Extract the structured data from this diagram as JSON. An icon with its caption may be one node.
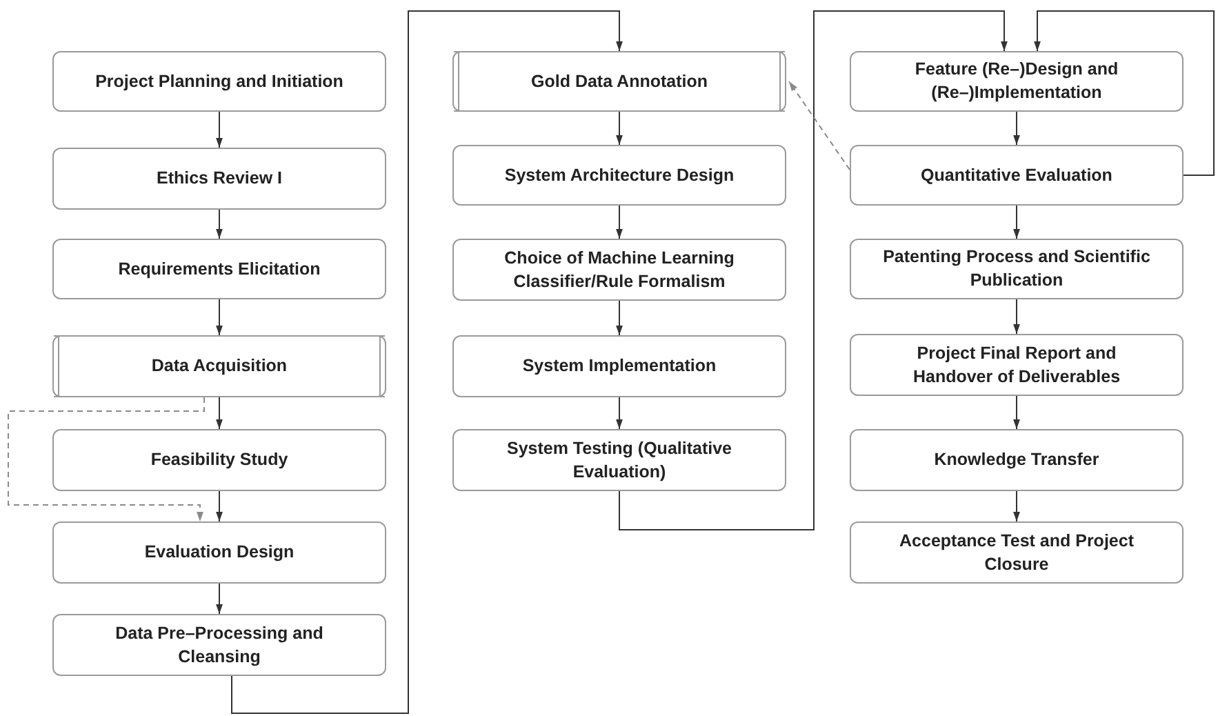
{
  "diagram": {
    "nodes": [
      {
        "text": [
          "Project Planning and Initiation"
        ]
      },
      {
        "text": [
          "Ethics Review I"
        ]
      },
      {
        "text": [
          "Requirements Elicitation"
        ]
      },
      {
        "text": [
          "Data Acquisition"
        ]
      },
      {
        "text": [
          "Feasibility Study"
        ]
      },
      {
        "text": [
          "Evaluation Design"
        ]
      },
      {
        "text": [
          "Data Pre–Processing and Cleansing"
        ]
      },
      {
        "text": [
          "Gold Data Annotation"
        ]
      },
      {
        "text": [
          "System Architecture Design"
        ]
      },
      {
        "text": [
          "Choice of Machine Learning Classifier/Rule Formalism"
        ]
      },
      {
        "text": [
          "System Implementation"
        ]
      },
      {
        "text": [
          "System Testing (Qualitative Evaluation)"
        ]
      },
      {
        "text": [
          "Feature (Re–)Design and (Re–)Implementation"
        ]
      },
      {
        "text": [
          "Quantitative Evaluation"
        ]
      },
      {
        "text": [
          "Patenting Process and Scientific Publication"
        ]
      },
      {
        "text": [
          "Project Final Report and Handover of Deliverables"
        ]
      },
      {
        "text": [
          "Knowledge Transfer"
        ]
      },
      {
        "text": [
          "Acceptance Test and Project Closure"
        ]
      }
    ],
    "edges": [
      {
        "from": 0,
        "to": 1,
        "arrow": "to"
      },
      {
        "from": 1,
        "to": 2,
        "arrow": "to"
      },
      {
        "from": 2,
        "to": 3,
        "arrow": "to"
      },
      {
        "from": 3,
        "to": 4,
        "arrow": "to"
      },
      {
        "from": 4,
        "to": 5,
        "arrow": "to"
      },
      {
        "from": 3,
        "to": 5,
        "arrow": "to",
        "style": "dashed",
        "color": "#8a8a8a"
      },
      {
        "from": 5,
        "to": 6,
        "arrow": "to"
      },
      {
        "from": 6,
        "to": 7,
        "arrow": "to"
      },
      {
        "from": 7,
        "to": 8,
        "arrow": "to"
      },
      {
        "from": 8,
        "to": 9,
        "arrow": "to"
      },
      {
        "from": 9,
        "to": 10,
        "arrow": "to"
      },
      {
        "from": 10,
        "to": 11,
        "arrow": "to"
      },
      {
        "from": 11,
        "to": 12,
        "arrow": "to"
      },
      {
        "from": 12,
        "to": 13,
        "arrow": "to"
      },
      {
        "from": 13,
        "to": 12,
        "arrow": "to"
      },
      {
        "from": 13,
        "to": 7,
        "arrow": "to",
        "style": "dashed",
        "color": "#8a8a8a"
      },
      {
        "from": 13,
        "to": 14,
        "arrow": "to"
      },
      {
        "from": 14,
        "to": 15,
        "arrow": "to"
      },
      {
        "from": 15,
        "to": 16,
        "arrow": "to"
      },
      {
        "from": 16,
        "to": 17,
        "arrow": "to"
      }
    ]
  }
}
